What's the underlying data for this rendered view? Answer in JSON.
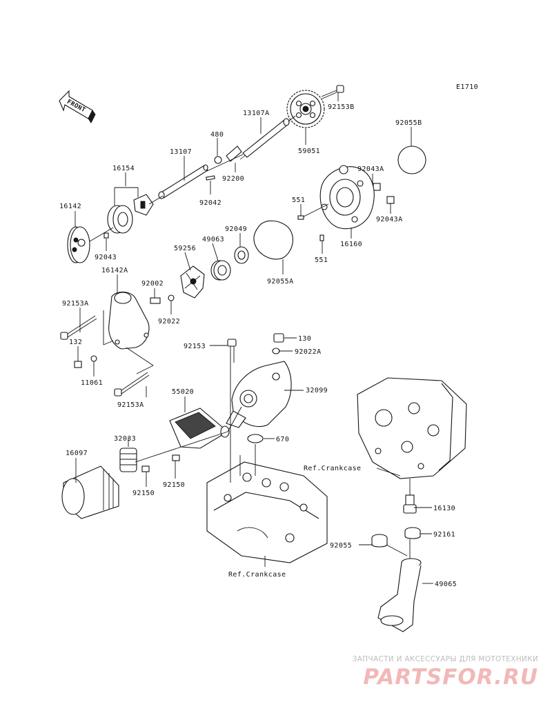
{
  "diagram": {
    "code": "E1710",
    "front_label": "FRONT",
    "labels": {
      "p13107A": "13107A",
      "p480": "480",
      "p92153B": "92153B",
      "p92055B": "92055B",
      "p13107": "13107",
      "p16154": "16154",
      "p92200": "92200",
      "p59051": "59051",
      "p92043A_1": "92043A",
      "p16142": "16142",
      "p92042": "92042",
      "p551_1": "551",
      "p92043A_2": "92043A",
      "p92049": "92049",
      "p49063": "49063",
      "p59256": "59256",
      "p92043": "92043",
      "p16160": "16160",
      "p551_2": "551",
      "p16142A": "16142A",
      "p92055A": "92055A",
      "p92002": "92002",
      "p92153A_1": "92153A",
      "p92022": "92022",
      "p132": "132",
      "p130": "130",
      "p92153": "92153",
      "p92022A": "92022A",
      "p11061": "11061",
      "p55020": "55020",
      "p32099": "32099",
      "p92153A_2": "92153A",
      "p32033": "32033",
      "p670": "670",
      "p16097": "16097",
      "p92150_1": "92150",
      "p92150_2": "92150",
      "ref_crankcase_1": "Ref.Crankcase",
      "p16130": "16130",
      "p92161": "92161",
      "p92055": "92055",
      "p49065": "49065",
      "ref_crankcase_2": "Ref.Crankcase"
    }
  },
  "watermark": {
    "tagline": "ЗАПЧАСТИ И АКСЕССУАРЫ ДЛЯ МОТОТЕХНИКИ",
    "logo": "PARTSFOR.RU"
  }
}
